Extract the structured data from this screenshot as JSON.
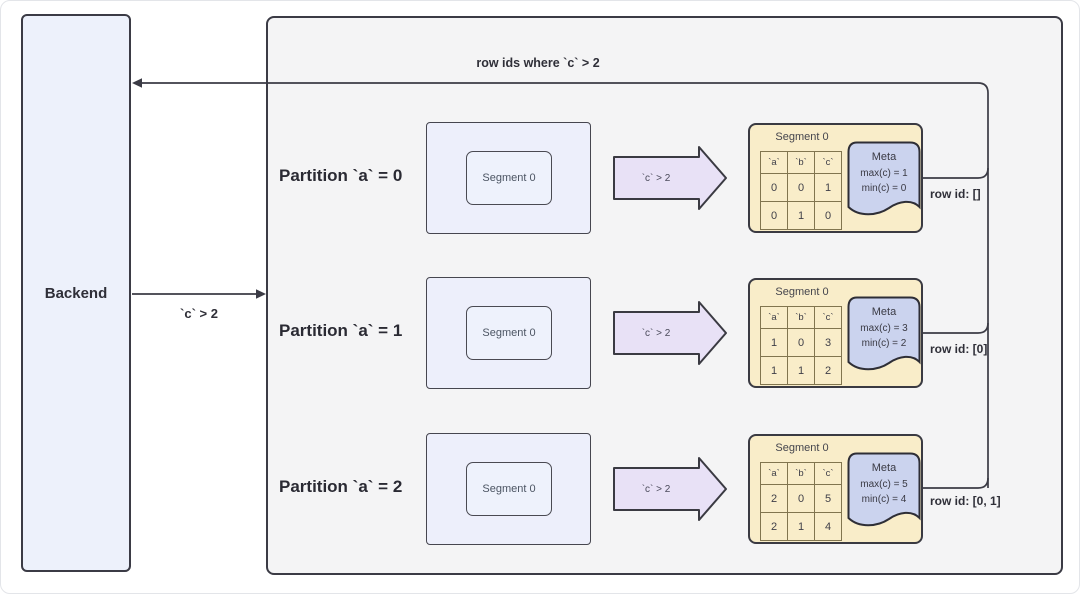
{
  "diagram": {
    "backend_label": "Backend",
    "request_label": "`c` > 2",
    "response_label": "row ids where `c` > 2"
  },
  "partitions": [
    {
      "label": "Partition `a` = 0",
      "segment_box_label": "Segment 0",
      "filter_label": "`c` > 2",
      "card": {
        "title": "Segment 0",
        "columns": [
          "`a`",
          "`b`",
          "`c`"
        ],
        "rows": [
          [
            "0",
            "0",
            "1"
          ],
          [
            "0",
            "1",
            "0"
          ]
        ],
        "meta_title": "Meta",
        "meta_lines": [
          "max(c) = 1",
          "min(c) = 0"
        ]
      },
      "row_id_label": "row id: []"
    },
    {
      "label": "Partition `a` = 1",
      "segment_box_label": "Segment 0",
      "filter_label": "`c` > 2",
      "card": {
        "title": "Segment 0",
        "columns": [
          "`a`",
          "`b`",
          "`c`"
        ],
        "rows": [
          [
            "1",
            "0",
            "3"
          ],
          [
            "1",
            "1",
            "2"
          ]
        ],
        "meta_title": "Meta",
        "meta_lines": [
          "max(c) = 3",
          "min(c) = 2"
        ]
      },
      "row_id_label": "row id: [0]"
    },
    {
      "label": "Partition `a` = 2",
      "segment_box_label": "Segment 0",
      "filter_label": "`c` > 2",
      "card": {
        "title": "Segment 0",
        "columns": [
          "`a`",
          "`b`",
          "`c`"
        ],
        "rows": [
          [
            "2",
            "0",
            "5"
          ],
          [
            "2",
            "1",
            "4"
          ]
        ],
        "meta_title": "Meta",
        "meta_lines": [
          "max(c) = 5",
          "min(c) = 4"
        ]
      },
      "row_id_label": "row id: [0, 1]"
    }
  ],
  "colors": {
    "line": "#3b3b45",
    "backend-fill": "#edf1fb",
    "container-fill": "#f4f4f5",
    "partition-fill": "#edeffb",
    "segment-fill": "#eef2fc",
    "arrow-fill": "#e8e1f6",
    "card-fill": "#f9edc9",
    "table-border": "#81754f",
    "meta-fill": "#cbd3ee",
    "text-dark": "#2f2f38",
    "text-soft": "#50505a"
  }
}
